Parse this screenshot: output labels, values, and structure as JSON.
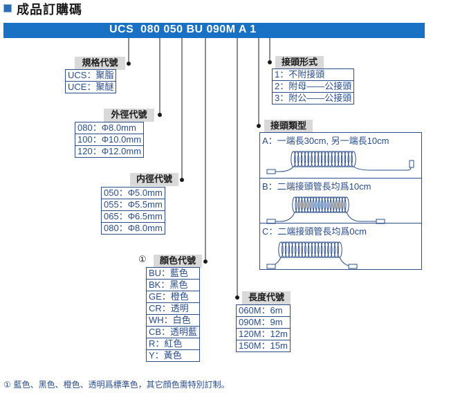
{
  "title": "成品訂購碼",
  "code": "UCS  080 050 BU 090M A 1",
  "groups": {
    "spec": {
      "label": "規格代號",
      "rows": [
        "UCS：聚脂",
        "UCE：聚醚"
      ]
    },
    "od": {
      "label": "外徑代號",
      "rows": [
        "080：Φ8.0mm",
        "100：Φ10.0mm",
        "120：Φ12.0mm"
      ]
    },
    "id": {
      "label": "内徑代號",
      "rows": [
        "050：Φ5.0mm",
        "055：Φ5.5mm",
        "065：Φ6.5mm",
        "080：Φ8.0mm"
      ]
    },
    "color": {
      "marker": "①",
      "label": "顔色代號",
      "rows": [
        "BU：藍色",
        "BK：黑色",
        "GE：橙色",
        "CR：透明",
        "WH：白色",
        "CB：透明藍",
        "R：紅色",
        "Y：黃色"
      ]
    },
    "length": {
      "label": "長度代號",
      "rows": [
        "060M：6m",
        "090M：9m",
        "120M：12m",
        "150M：15m"
      ]
    },
    "joint_form": {
      "label": "接頭形式",
      "rows": [
        "1：不附接頭",
        "2：附母——公接頭",
        "3：附公——公接頭"
      ]
    },
    "joint_type": {
      "label": "接頭類型",
      "items": [
        {
          "caption": "A：一端長30cm, 另一端長10cm"
        },
        {
          "caption": "B：二端接頭管長均爲10cm"
        },
        {
          "caption": "C：二端接頭管長均爲0cm"
        }
      ]
    }
  },
  "footnote": "① 藍色、黑色、橙色、透明爲標準色，其它顔色需特別訂制。",
  "colors": {
    "bar": "#1871c2",
    "text": "#2a4c8c",
    "label_bg": "#d9d9d9"
  },
  "icons": [
    "square-bullet-icon",
    "coil-tube-icon"
  ]
}
